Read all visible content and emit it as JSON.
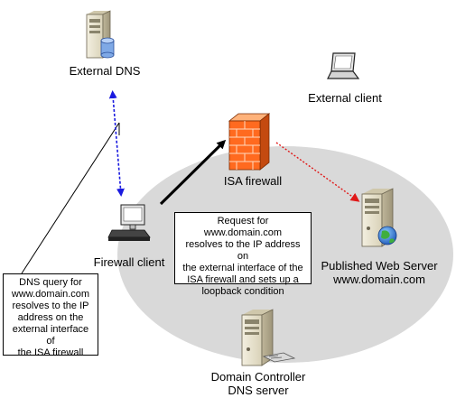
{
  "nodes": {
    "external_dns": {
      "label": "External DNS"
    },
    "external_client": {
      "label": "External client"
    },
    "isa_firewall": {
      "label": "ISA firewall"
    },
    "firewall_client": {
      "label": "Firewall client"
    },
    "web_server": {
      "label_line1": "Published Web Server",
      "label_line2": "www.domain.com"
    },
    "domain_controller": {
      "label_line1": "Domain Controller",
      "label_line2": "DNS server"
    }
  },
  "callouts": {
    "request": [
      "Request for www.domain.com",
      "resolves to the IP address on",
      "the external interface of the",
      "ISA firewall and sets up a",
      "loopback condition"
    ],
    "dns_query": [
      "DNS query for",
      "www.domain.com",
      "resolves to the IP",
      "address on the",
      "external interface of",
      "the ISA firewall"
    ]
  },
  "colors": {
    "network_ellipse": "#d9d9d9",
    "dns_arrow": "#1a1adf",
    "web_arrow": "#e01919",
    "firewall_brick": "#ff6a1f"
  },
  "icons": {
    "external_dns": "server-with-database-icon",
    "external_client": "laptop-icon",
    "isa_firewall": "brick-firewall-icon",
    "firewall_client": "desktop-computer-icon",
    "web_server": "server-with-globe-icon",
    "domain_controller": "server-icon"
  }
}
